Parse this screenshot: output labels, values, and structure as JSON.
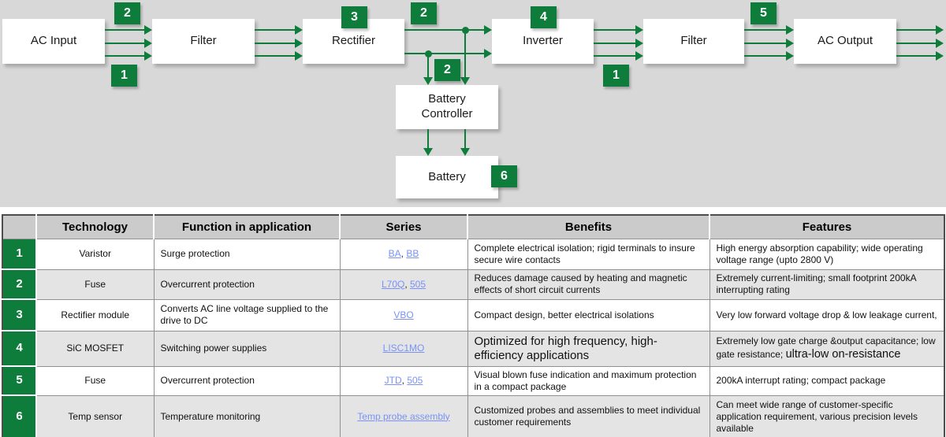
{
  "colors": {
    "green": "#0e7d3c",
    "diagram_bg": "#d8d8d8",
    "link": "#7892f7",
    "row_alt": "#e4e4e4",
    "header_bg": "#cbcbcb"
  },
  "diagram": {
    "boxes": [
      {
        "id": "ac-input",
        "label": "AC Input"
      },
      {
        "id": "filter-1",
        "label": "Filter"
      },
      {
        "id": "rectifier",
        "label": "Rectifier"
      },
      {
        "id": "inverter",
        "label": "Inverter"
      },
      {
        "id": "filter-2",
        "label": "Filter"
      },
      {
        "id": "ac-output",
        "label": "AC Output"
      },
      {
        "id": "battery-controller",
        "label": "Battery Controller"
      },
      {
        "id": "battery",
        "label": "Battery"
      }
    ],
    "badges": [
      "2",
      "1",
      "3",
      "2",
      "2",
      "4",
      "1",
      "5",
      "6"
    ]
  },
  "table": {
    "headers": [
      "",
      "Technology",
      "Function in application",
      "Series",
      "Benefits",
      "Features"
    ],
    "series_sep": ", ",
    "rows": [
      {
        "num": "1",
        "technology": "Varistor",
        "function": "Surge protection",
        "series": [
          "BA",
          "BB"
        ],
        "benefits": "Complete electrical isolation; rigid terminals to insure secure wire contacts",
        "features": "High energy absorption capability; wide operating voltage range (upto 2800 V)"
      },
      {
        "num": "2",
        "technology": "Fuse",
        "function": "Overcurrent protection",
        "series": [
          "L70Q",
          "505"
        ],
        "benefits": "Reduces damage caused by heating and magnetic effects of short circuit currents",
        "features": "Extremely current-limiting; small footprint 200kA interrupting rating"
      },
      {
        "num": "3",
        "technology": "Rectifier module",
        "function": "Converts AC line voltage supplied to the drive to DC",
        "series": [
          "VBO"
        ],
        "benefits": "Compact design, better electrical isolations",
        "features": "Very low forward voltage drop & low leakage current,"
      },
      {
        "num": "4",
        "technology": "SiC MOSFET",
        "function": "Switching power supplies",
        "series": [
          "LISC1MO"
        ],
        "benefits": "Optimized for high frequency, high-efficiency applications",
        "features_a": "Extremely low gate charge &output capacitance; low gate resistance; ",
        "features_b": "ultra-low on-resistance"
      },
      {
        "num": "5",
        "technology": "Fuse",
        "function": "Overcurrent protection",
        "series": [
          "JTD",
          "505"
        ],
        "benefits": "Visual blown fuse indication and maximum protection in a compact package",
        "features": "200kA  interrupt rating; compact package"
      },
      {
        "num": "6",
        "technology": "Temp sensor",
        "function": "Temperature monitoring",
        "series": [
          "Temp probe assembly"
        ],
        "benefits": "Customized probes and assemblies to meet individual customer requirements",
        "features": "Can meet wide range of customer-specific application requirement, various precision levels available"
      }
    ]
  }
}
